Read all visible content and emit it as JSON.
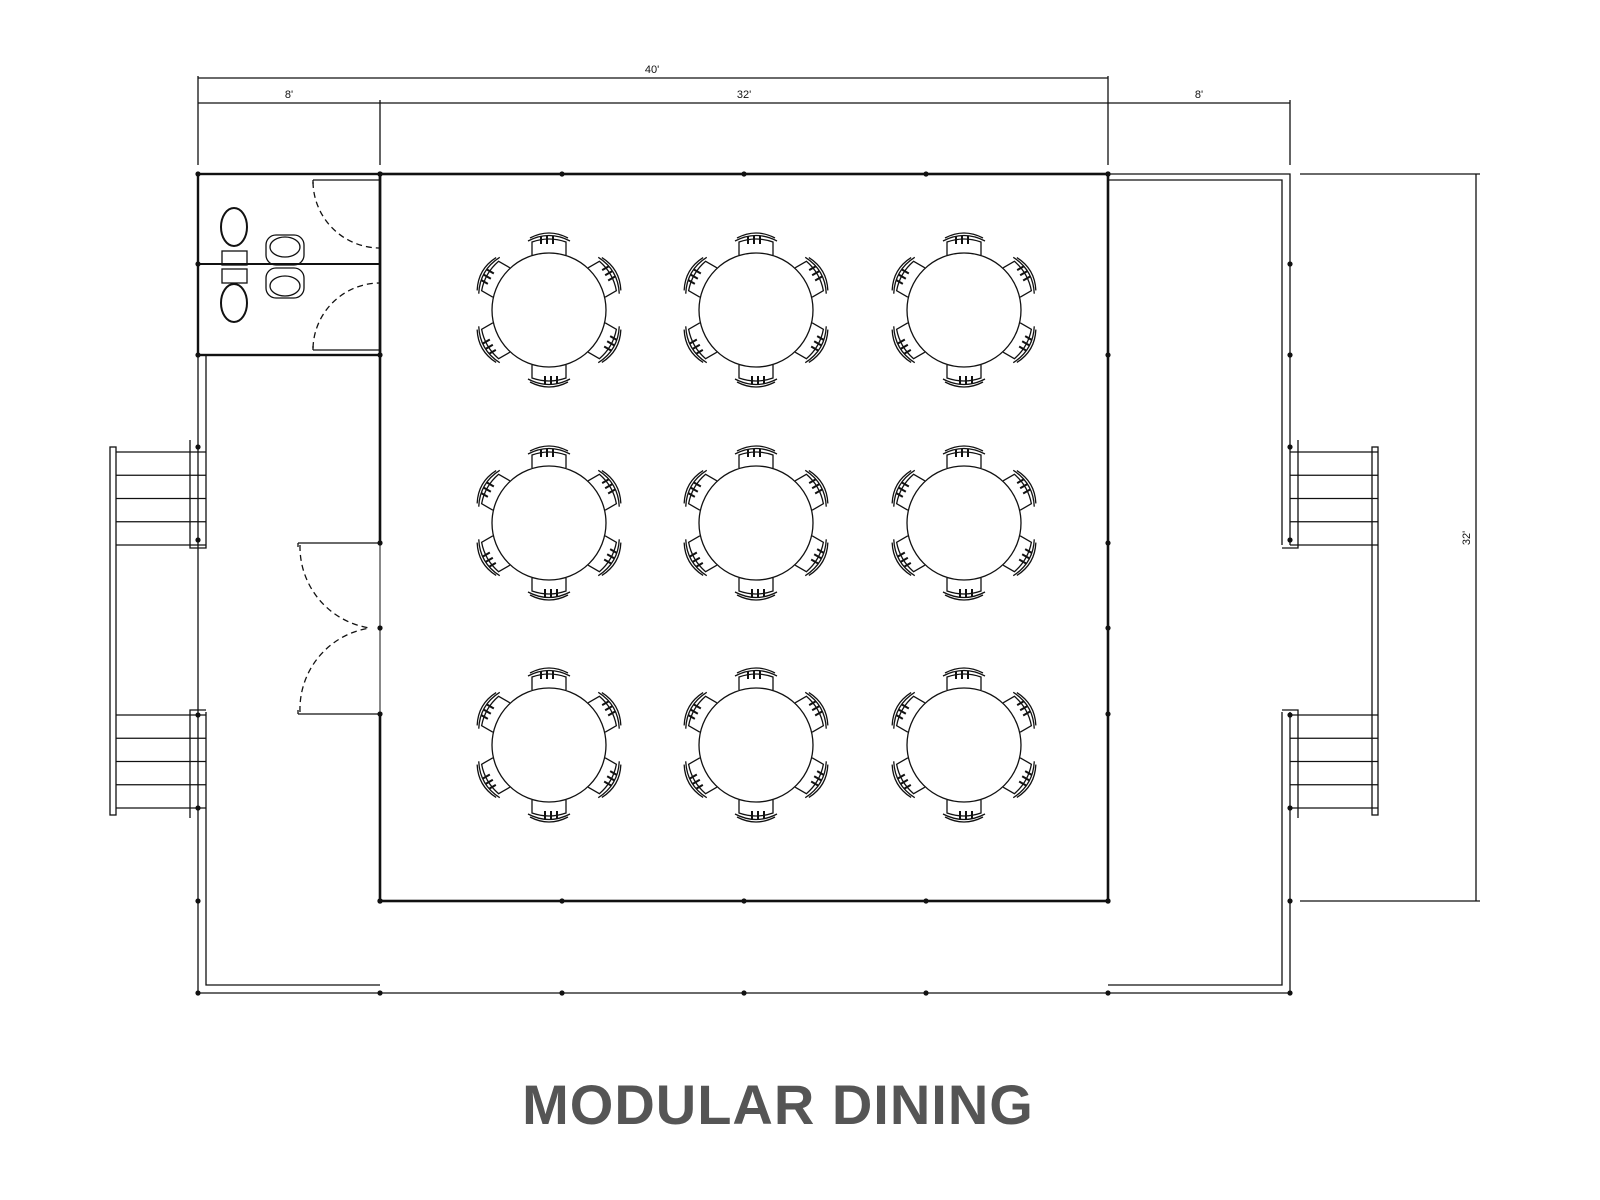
{
  "title": "MODULAR DINING",
  "dimensions": {
    "overall_width": "40'",
    "left_deck": "8'",
    "tent_width": "32'",
    "right_deck": "8'",
    "tent_depth": "32'"
  },
  "seating": {
    "rows": 3,
    "columns": 3,
    "tables": 9,
    "seats_per_table": 6,
    "table_shape": "round"
  },
  "restroom": {
    "toilets": 2,
    "sinks": 2
  },
  "colors": {
    "line": "#111111",
    "title": "#555555"
  }
}
